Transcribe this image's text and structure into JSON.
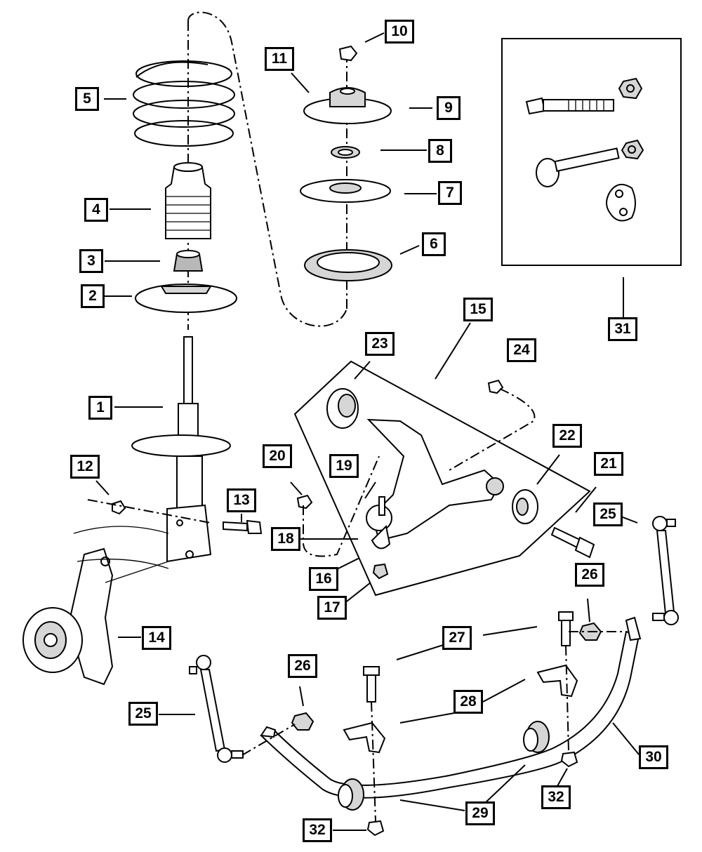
{
  "callouts": {
    "c1": "1",
    "c2": "2",
    "c3": "3",
    "c4": "4",
    "c5": "5",
    "c6": "6",
    "c7": "7",
    "c8": "8",
    "c9": "9",
    "c10": "10",
    "c11": "11",
    "c12": "12",
    "c13": "13",
    "c14": "14",
    "c15": "15",
    "c16": "16",
    "c17": "17",
    "c18": "18",
    "c19": "19",
    "c20": "20",
    "c21": "21",
    "c22": "22",
    "c23": "23",
    "c24": "24",
    "c25a": "25",
    "c25b": "25",
    "c26a": "26",
    "c26b": "26",
    "c27": "27",
    "c28": "28",
    "c29": "29",
    "c30": "30",
    "c31": "31",
    "c32a": "32",
    "c32b": "32"
  },
  "colors": {
    "line": "#000000",
    "background": "#ffffff",
    "shade": "#d6d6d6"
  }
}
